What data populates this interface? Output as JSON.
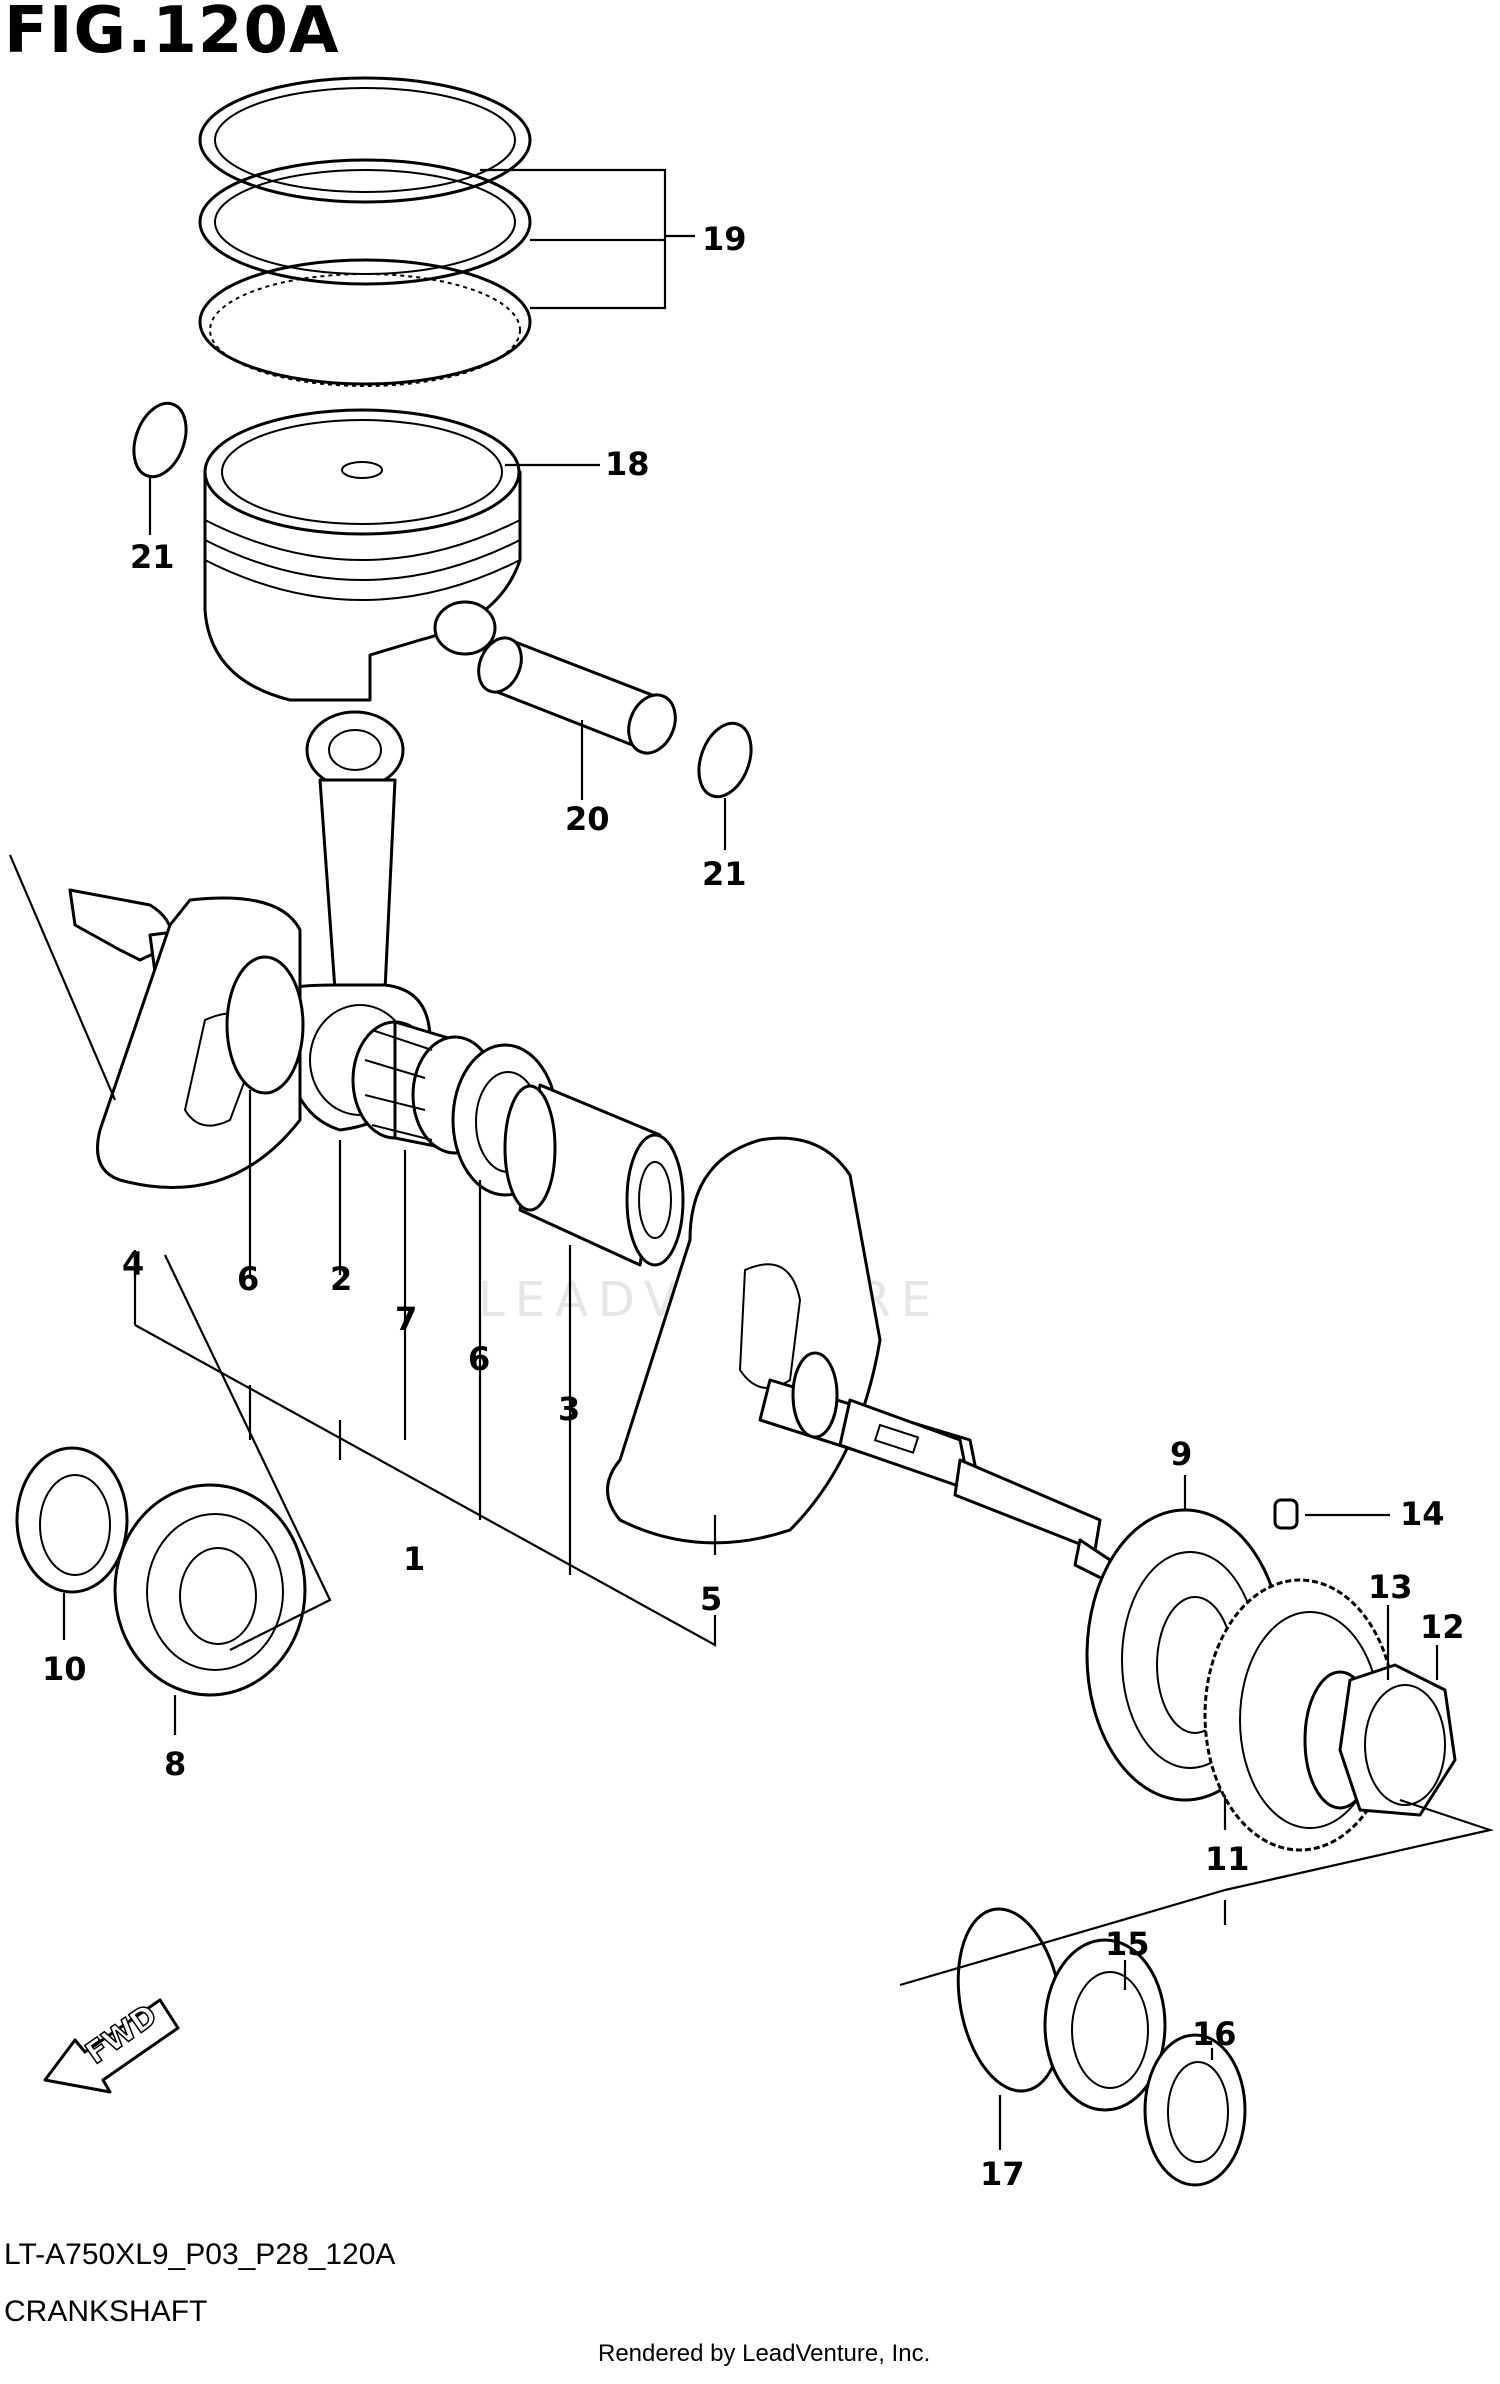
{
  "figure": {
    "title": "FIG.120A",
    "model_code": "LT-A750XL9_P03_P28_120A",
    "diagram_name": "CRANKSHAFT",
    "render_credit": "Rendered by LeadVenture, Inc.",
    "watermark": "LEADVENTURE",
    "fwd_label": "FWD"
  },
  "callouts": {
    "c1": "1",
    "c2": "2",
    "c3": "3",
    "c4": "4",
    "c5": "5",
    "c6a": "6",
    "c6b": "6",
    "c7": "7",
    "c8": "8",
    "c9": "9",
    "c10": "10",
    "c11": "11",
    "c12": "12",
    "c13": "13",
    "c14": "14",
    "c15": "15",
    "c16": "16",
    "c17": "17",
    "c18": "18",
    "c19": "19",
    "c20": "20",
    "c21a": "21",
    "c21b": "21"
  }
}
